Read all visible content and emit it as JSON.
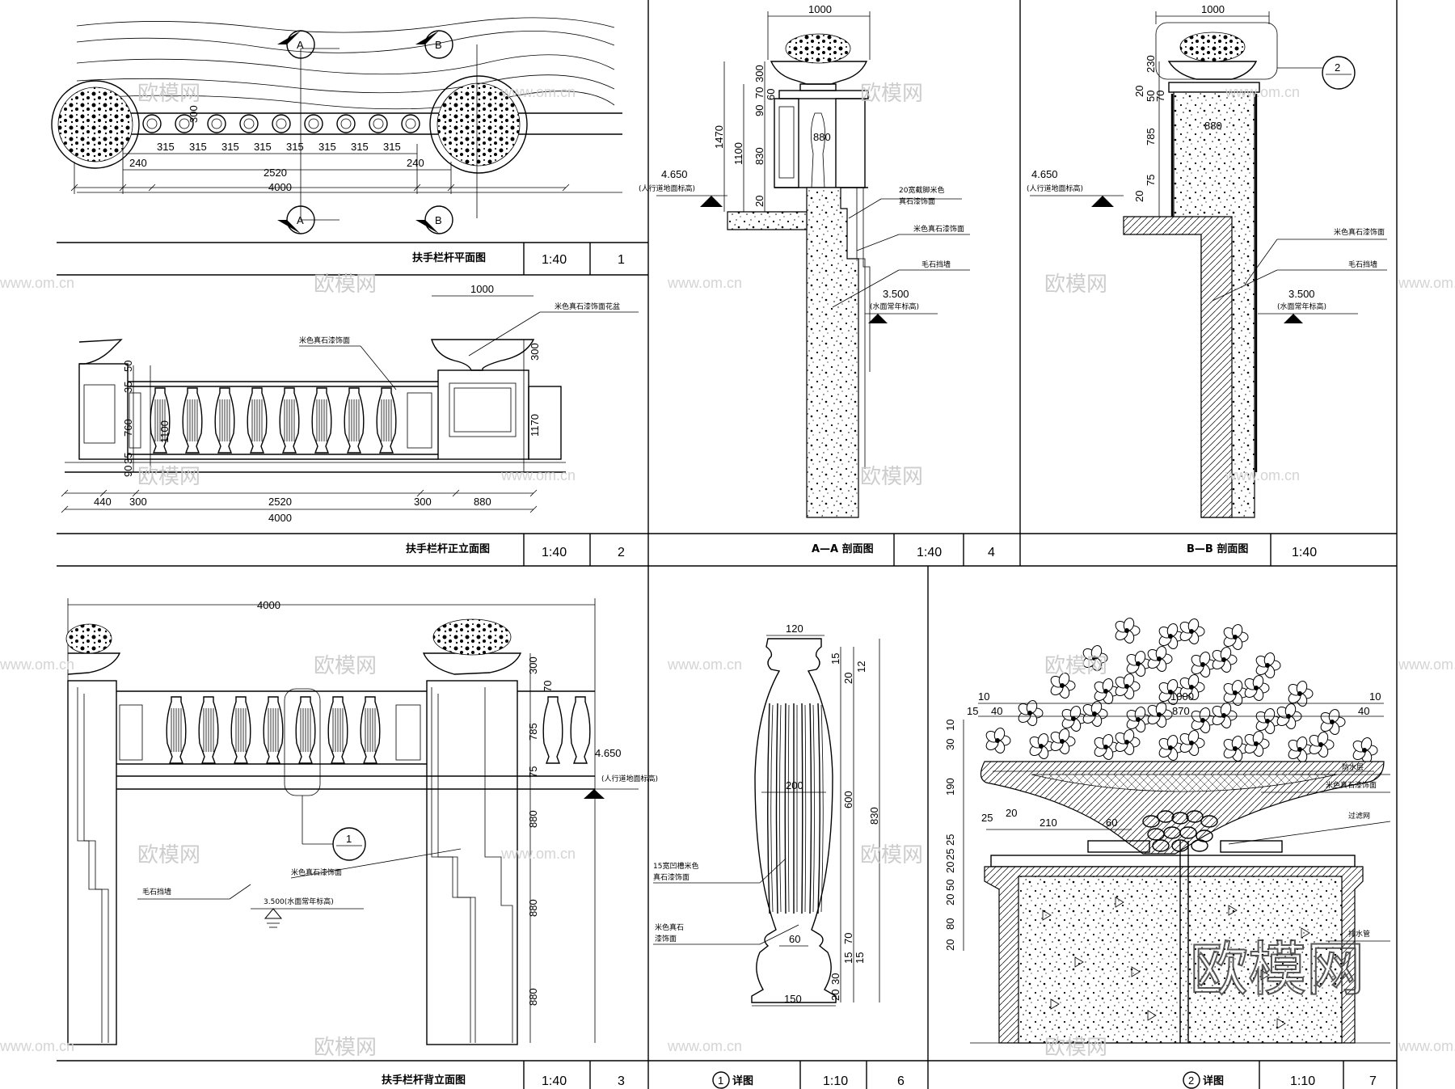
{
  "sheet": {
    "watermark_cn": "欧模网",
    "watermark_url": "www.om.cn",
    "watermark_big": "欧模网"
  },
  "panels": [
    {
      "id": "p1",
      "title": "扶手栏杆平面图",
      "scale": "1:40",
      "number": "1"
    },
    {
      "id": "p2",
      "title": "扶手栏杆正立面图",
      "scale": "1:40",
      "number": "2"
    },
    {
      "id": "p3",
      "title": "扶手栏杆背立面图",
      "scale": "1:40",
      "number": "3"
    },
    {
      "id": "p4",
      "title": "A—A 剖面图",
      "scale": "1:40",
      "number": "4"
    },
    {
      "id": "p5",
      "title": "B—B 剖面图",
      "scale": "1:40",
      "number": ""
    },
    {
      "id": "p6",
      "title": "详图",
      "marker": "1",
      "scale": "1:10",
      "number": "6"
    },
    {
      "id": "p7",
      "title": "详图",
      "marker": "2",
      "scale": "1:10",
      "number": "7"
    }
  ],
  "plan": {
    "spacing": [
      "315",
      "315",
      "315",
      "315",
      "315",
      "315",
      "315",
      "315"
    ],
    "side_left": "240",
    "side_right": "240",
    "mid": "2520",
    "total": "4000",
    "v300": "300",
    "cut_a": "A",
    "cut_b": "B"
  },
  "front": {
    "top": "1000",
    "note_pot": "米色真石漆饰面花盆",
    "note_face": "米色真石漆饰面",
    "v": [
      "50",
      "35",
      "760",
      "35",
      "90"
    ],
    "v1100": "1100",
    "v300": "300",
    "v1170": "1170",
    "h": [
      "440",
      "300",
      "2520",
      "300",
      "880"
    ],
    "total": "4000"
  },
  "back": {
    "total": "4000",
    "v": [
      "300",
      "70",
      "785",
      "75"
    ],
    "v880a": "880",
    "v880b": "880",
    "v880c": "880",
    "level": "4.650",
    "level_note": "(人行道地面标高)",
    "water": "3.500(水面常年标高)",
    "note_face": "米色真石漆饰面",
    "note_wall": "毛石挡墙",
    "marker": "1"
  },
  "aa": {
    "top": "1000",
    "v": [
      "300",
      "70",
      "90",
      "60"
    ],
    "v1470": "1470",
    "v1100": "1100",
    "v830": "830",
    "v880": "880",
    "v20": "20",
    "level": "4.650",
    "level_note": "(人行道地面标高)",
    "note1": "20宽截脚米色",
    "note1b": "真石漆饰面",
    "note2": "米色真石漆饰面",
    "note3": "毛石挡墙",
    "water": "3.500",
    "water_note": "(水面常年标高)"
  },
  "bb": {
    "top": "1000",
    "v": [
      "230",
      "20",
      "50",
      "70"
    ],
    "v785": "785",
    "v75": "75",
    "v20": "20",
    "v880": "880",
    "level": "4.650",
    "level_note": "(人行道地面标高)",
    "note1": "米色真石漆饰面",
    "note2": "毛石挡墙",
    "water": "3.500",
    "water_note": "(水面常年标高)",
    "marker": "2"
  },
  "d1": {
    "top": "120",
    "bottom": "150",
    "w200": "200",
    "w60": "60",
    "v_top": [
      "15",
      "20",
      "12"
    ],
    "v600": "600",
    "v830": "830",
    "v_bot": [
      "70",
      "15",
      "15",
      "30",
      "20"
    ],
    "note1": "15宽凹槽米色",
    "note1b": "真石漆饰面",
    "note2": "米色真石",
    "note2b": "漆饰面"
  },
  "d2": {
    "top": [
      "10",
      "15",
      "40",
      "1000",
      "870",
      "40",
      "10"
    ],
    "v": [
      "10",
      "30",
      "190",
      "25",
      "25",
      "20",
      "50",
      "20",
      "80",
      "20"
    ],
    "h": [
      "25",
      "20",
      "210",
      "60"
    ],
    "note1": "防水层",
    "note2": "米色真石漆饰面",
    "note3": "过滤网",
    "note4": "排水管"
  }
}
